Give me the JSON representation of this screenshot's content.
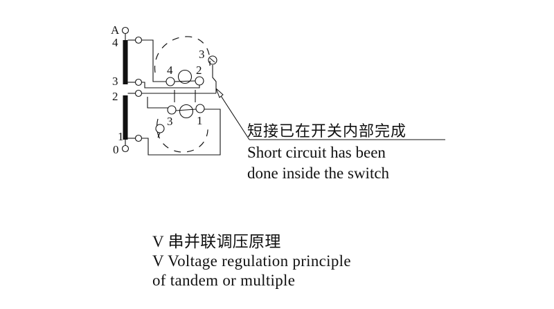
{
  "diagram": {
    "terminal_labels": {
      "a": "A",
      "n4": "4",
      "n3": "3",
      "n2": "2",
      "n1": "1",
      "n0": "0"
    },
    "switch_labels": {
      "upper_left": "4",
      "upper_right": "2",
      "top_right": "3",
      "lower_left": "3",
      "lower_right": "1"
    },
    "annotation": {
      "zh": "短接已在开关内部完成",
      "en_line1": "Short circuit has been",
      "en_line2": "done inside the switch"
    }
  },
  "caption": {
    "zh": "V 串并联调压原理",
    "en_line1": "V Voltage regulation principle",
    "en_line2": "of tandem or multiple"
  }
}
